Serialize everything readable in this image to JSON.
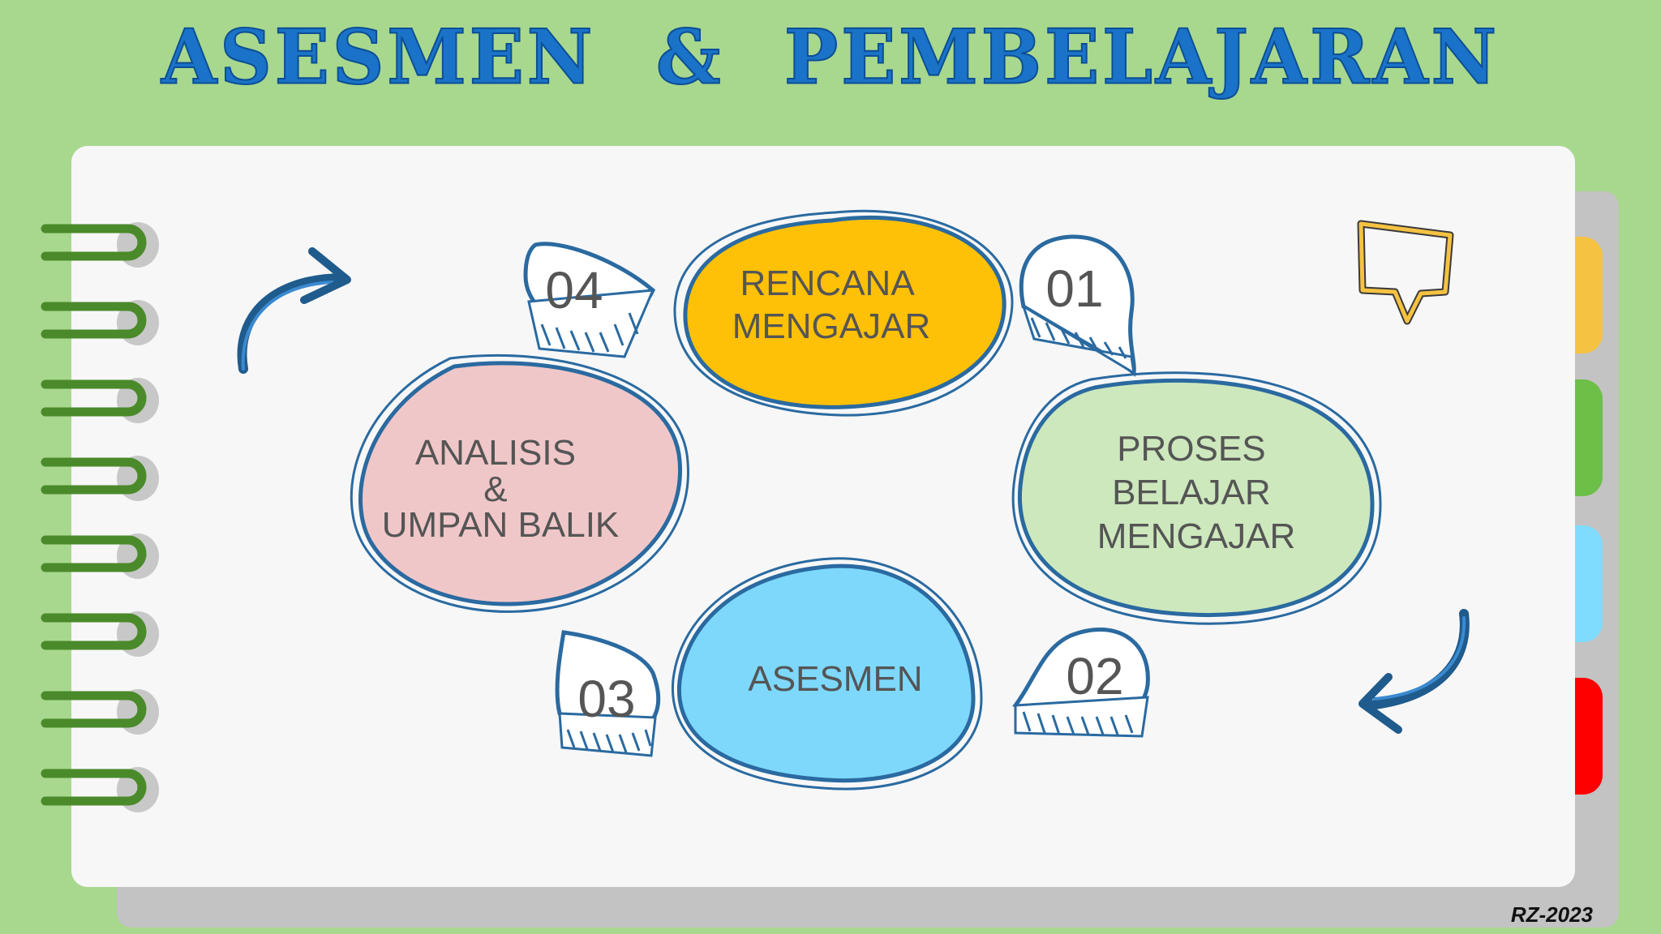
{
  "title": "ASESMEN & PEMBELAJARAN",
  "watermark": "RZ-2023",
  "colors": {
    "background": "#a8d88e",
    "title": "#1a73c9",
    "outline": "#2a6aa0",
    "text": "#555555",
    "ring": "#4a8a2a",
    "tabs": [
      "#f5c242",
      "#6cbf47",
      "#7fdcff",
      "#ff0000"
    ]
  },
  "cycle": {
    "stages": [
      {
        "number": "01",
        "lines": [
          "RENCANA",
          "MENGAJAR"
        ],
        "color": "#ffc107"
      },
      {
        "number": "02",
        "lines": [
          "PROSES",
          "BELAJAR",
          "MENGAJAR"
        ],
        "color": "#cde8bd"
      },
      {
        "number": "03",
        "lines": [
          "ASESMEN"
        ],
        "color": "#7dd8fc"
      },
      {
        "number": "04",
        "lines": [
          "ANALISIS",
          "&",
          "UMPAN BALIK"
        ],
        "color": "#f0c7c8"
      }
    ]
  },
  "icons": [
    "cycle-arrow-icon",
    "speech-bubble-icon",
    "cycle-arrow-icon",
    "spiral-binding-icon"
  ]
}
